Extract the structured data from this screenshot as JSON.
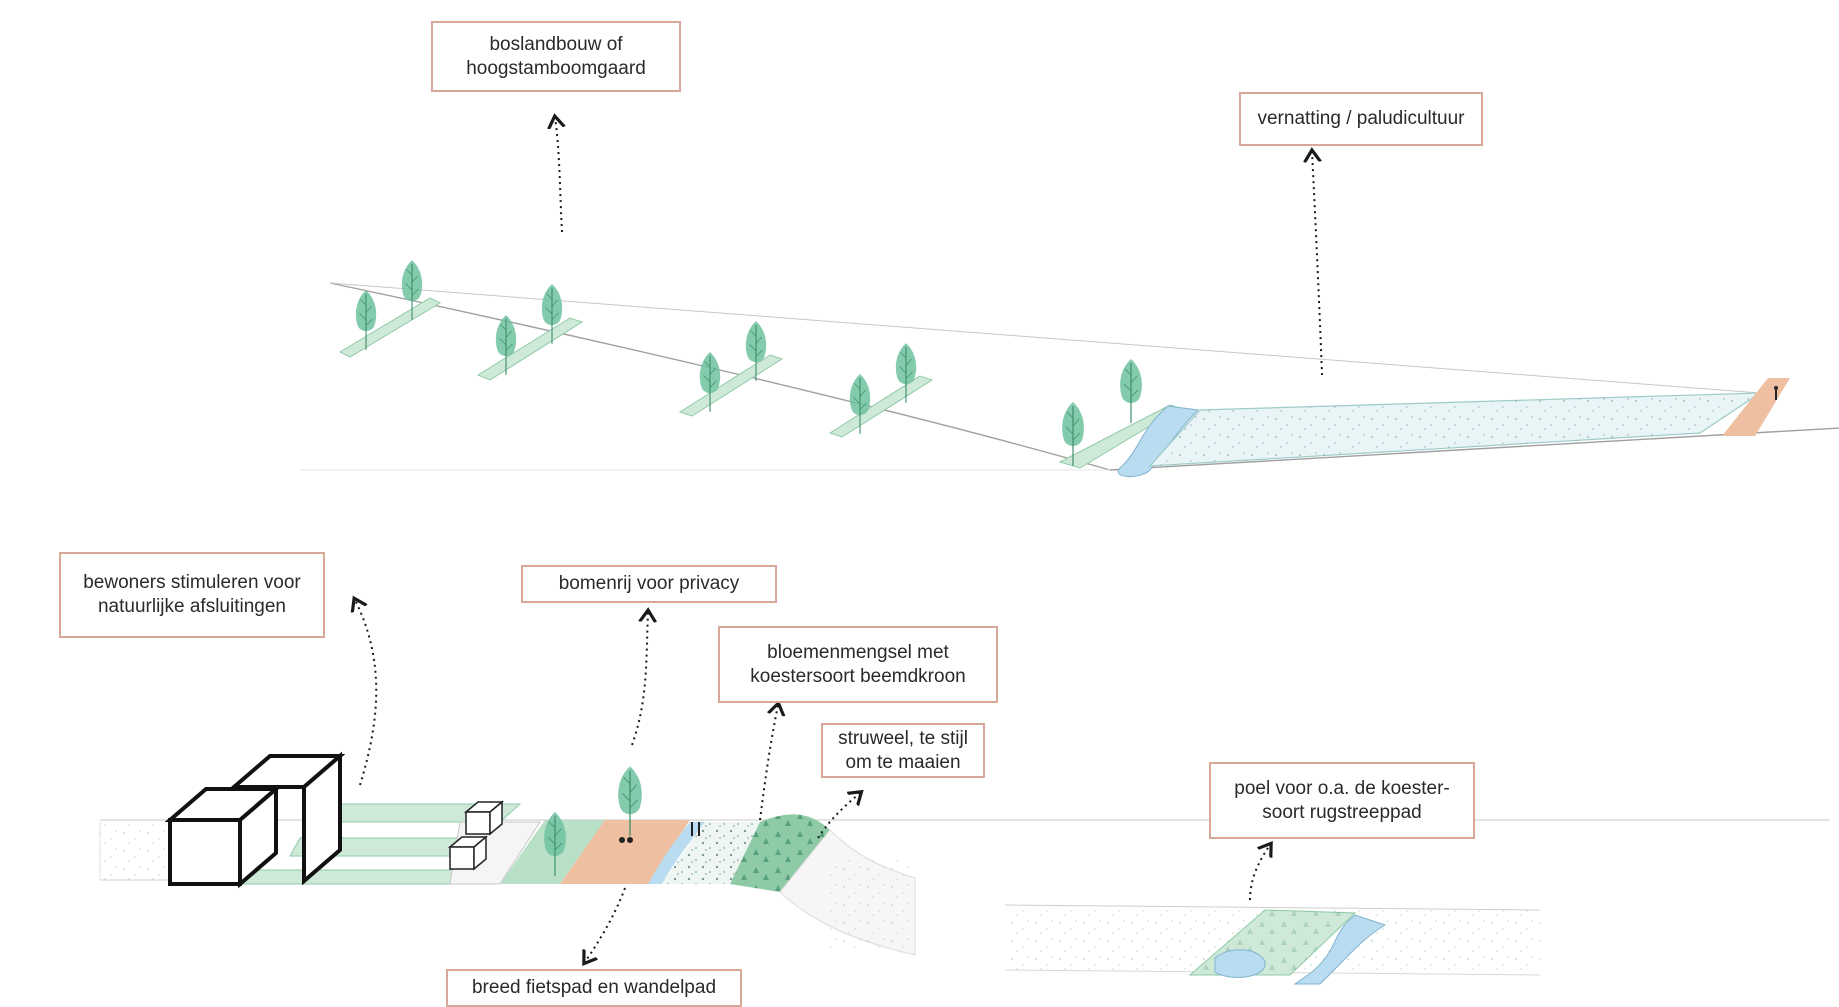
{
  "colors": {
    "label_border": "#d7a897",
    "green_strip": "#cfe9d8",
    "green_dark": "#8fcaa6",
    "tree": "#6fc2a0",
    "water": "#b9dcf0",
    "path_orange": "#eebfa1",
    "line": "#9a9a9a"
  },
  "labels": {
    "boslandbouw": "boslandbouw of\nhoogstamboomgaard",
    "vernatting": "vernatting / paludicultuur",
    "bewoners": "bewoners stimuleren voor\nnatuurlijke afsluitingen",
    "bomenrij": "bomenrij voor privacy",
    "bloemenmengsel": "bloemenmengsel met\nkoestersoort beemdkroon",
    "struweel": "struweel, te stijl\nom te maaien",
    "poel": "poel voor o.a. de koester-\nsoort rugstreeppad",
    "fietspad": "breed fietspad en wandelpad"
  }
}
